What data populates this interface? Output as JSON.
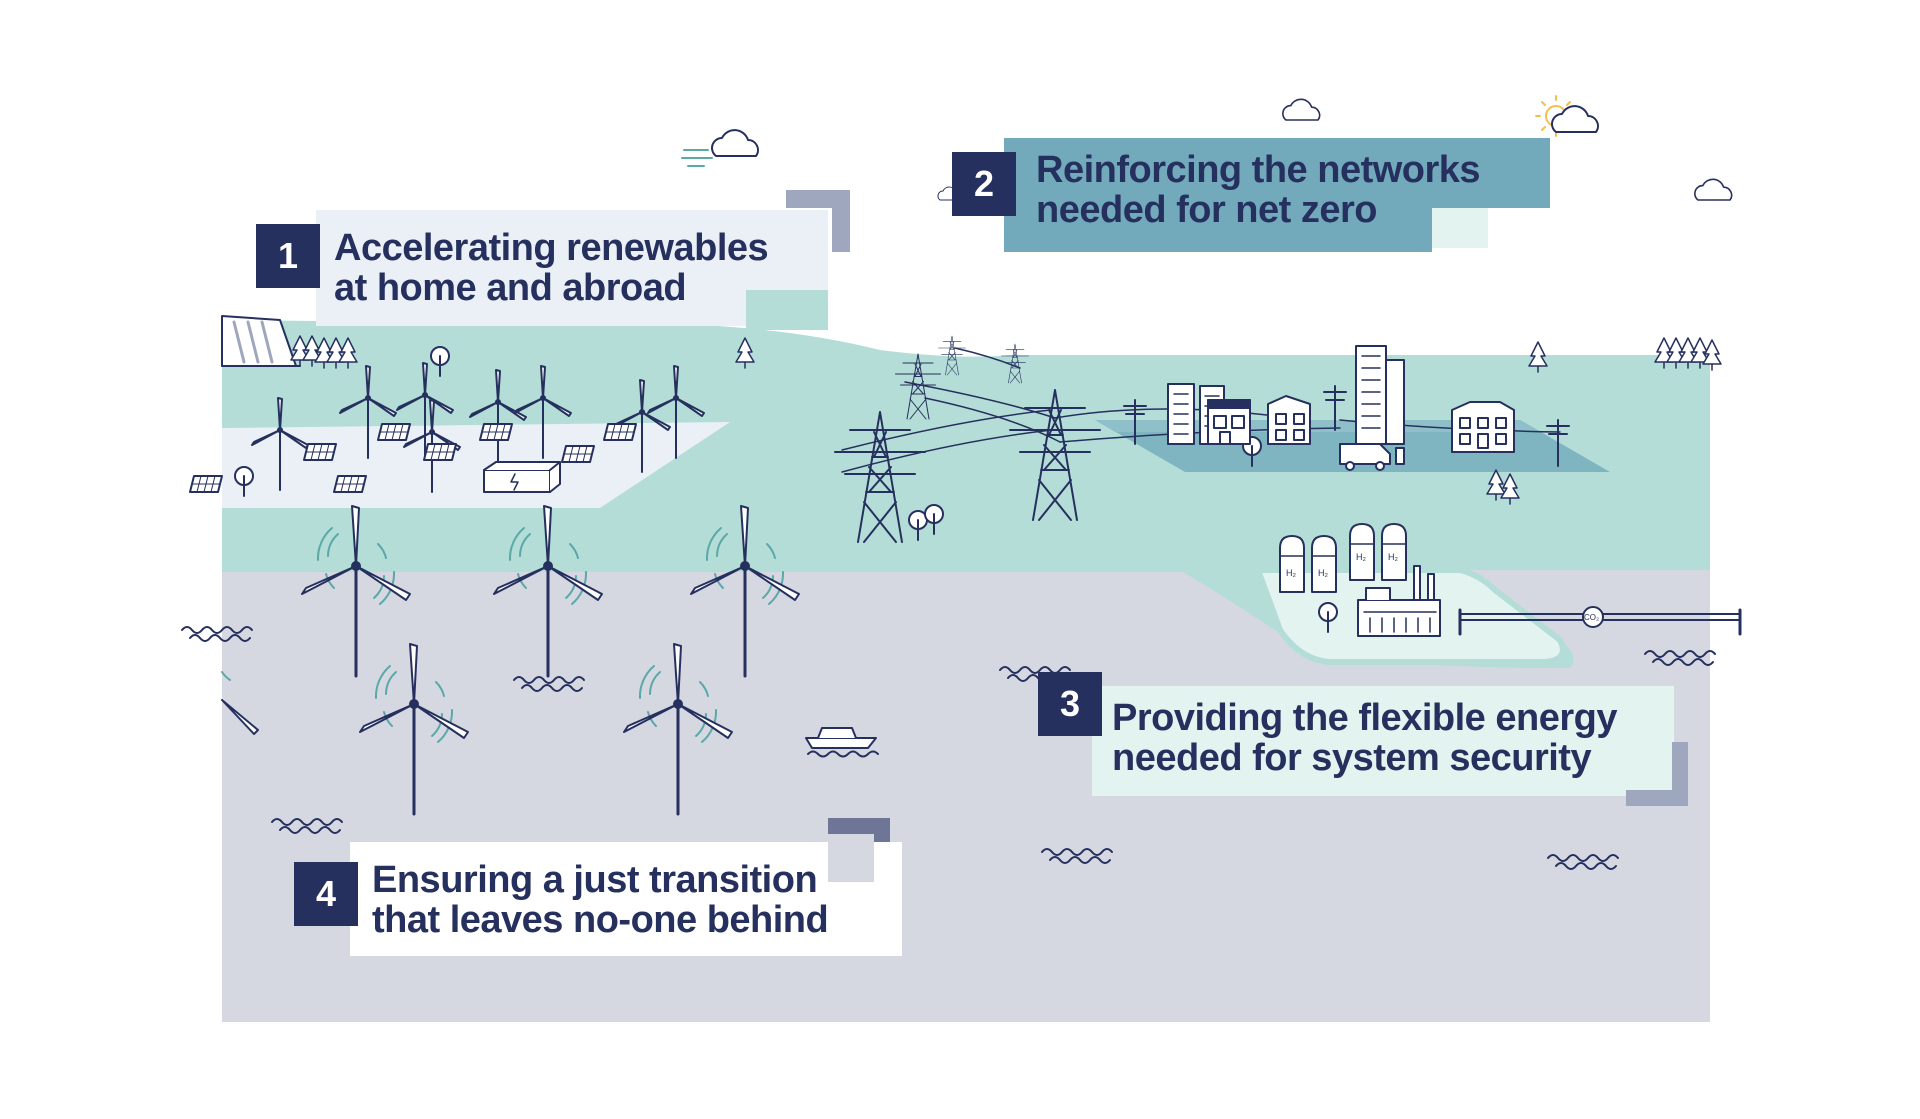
{
  "callouts": [
    {
      "number": "1",
      "line1": "Accelerating renewables",
      "line2": "at home and abroad"
    },
    {
      "number": "2",
      "line1": "Reinforcing the networks",
      "line2": "needed for net zero"
    },
    {
      "number": "3",
      "line1": "Providing the flexible energy",
      "line2": "needed for system security"
    },
    {
      "number": "4",
      "line1": "Ensuring a just transition",
      "line2": "that leaves no-one behind"
    }
  ],
  "tags": {
    "hydrogen": "H₂",
    "carbon": "CO₂"
  },
  "colors": {
    "navy": "#26305e",
    "land": "#b3ddd6",
    "sea": "#d5d7e1",
    "panel_teal": "#72aabb",
    "panel_light": "#eaf0f5",
    "panel_mint": "#e3f3f0",
    "deco_grey": "#9ea7bd"
  },
  "icons": [
    "wind-turbine-icon",
    "solar-panel-icon",
    "pylon-icon",
    "building-icon",
    "house-icon",
    "tree-icon",
    "cloud-icon",
    "sun-icon",
    "boat-icon",
    "wave-icon",
    "hydrogen-tank-icon",
    "factory-icon",
    "battery-icon",
    "van-icon",
    "dam-icon",
    "pipeline-icon"
  ]
}
